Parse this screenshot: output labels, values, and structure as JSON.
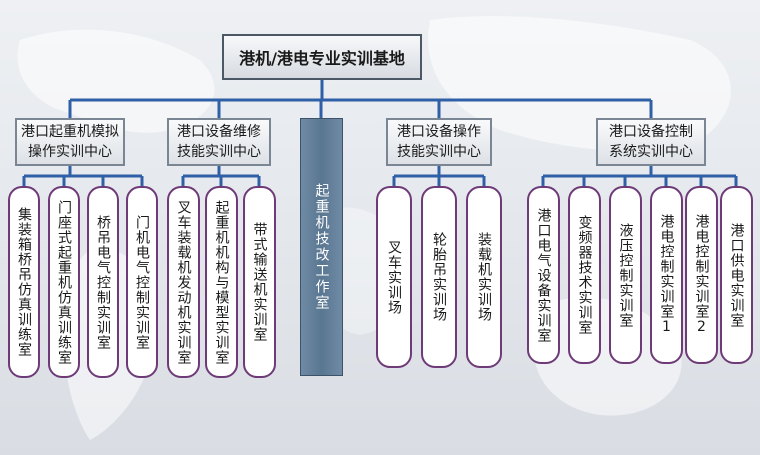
{
  "title": "港机/港电专业实训基地",
  "centers": [
    {
      "label": "港口起重机模拟\n操作实训中心",
      "rooms": [
        "集装箱桥吊仿真训练室",
        "门座式起重机仿真训练室",
        "桥吊电气控制实训室",
        "门机电气控制实训室"
      ]
    },
    {
      "label": "港口设备维修\n技能实训中心",
      "rooms": [
        "叉车装载机发动机实训室",
        "起重机机构与模型实训室",
        "带式输送机实训室"
      ]
    },
    {
      "label": "起重机技改工作室",
      "rooms": []
    },
    {
      "label": "港口设备操作\n技能实训中心",
      "rooms": [
        "叉车实训场",
        "轮胎吊实训场",
        "装载机实训场"
      ]
    },
    {
      "label": "港口设备控制\n系统实训中心",
      "rooms": [
        "港口电气设备实训室",
        "变频器技术实训室",
        "液压控制实训室",
        "港电控制实训室1",
        "港电控制实训室2",
        "港口供电实训室"
      ]
    }
  ],
  "colors": {
    "line": "#2f5fa6",
    "leaf_border": "#6e3a78",
    "workshop_fill": "#5a7792"
  }
}
